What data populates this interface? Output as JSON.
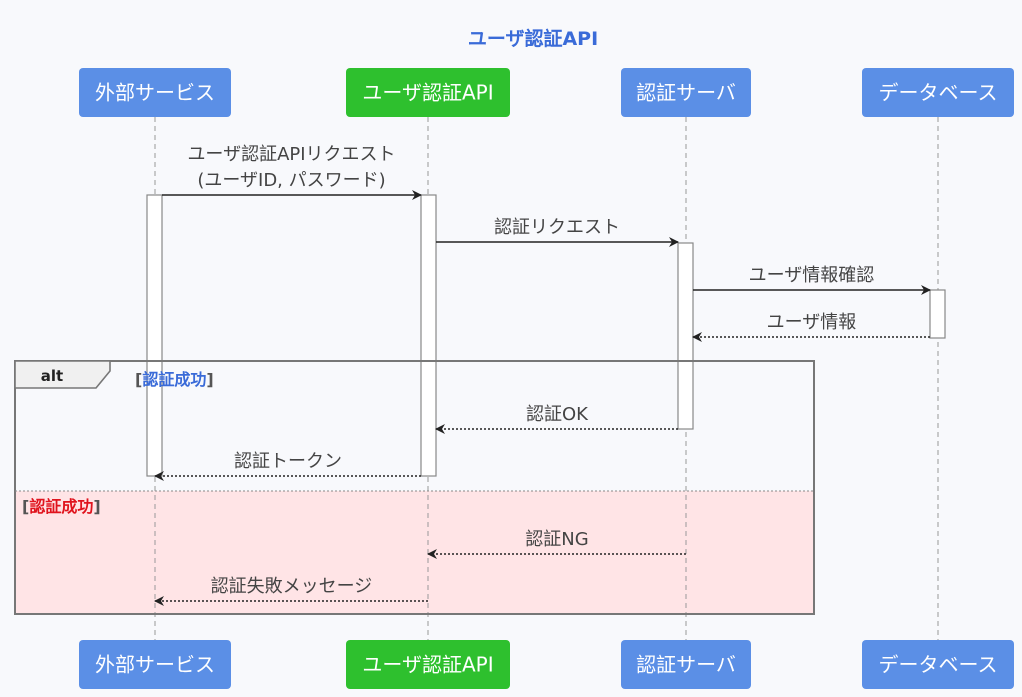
{
  "title": "ユーザ認証API",
  "participants": [
    {
      "id": "p1",
      "label": "外部サービス",
      "color": "#5b8fe6"
    },
    {
      "id": "p2",
      "label": "ユーザ認証API",
      "color": "#2ec02e"
    },
    {
      "id": "p3",
      "label": "認証サーバ",
      "color": "#5b8fe6"
    },
    {
      "id": "p4",
      "label": "データベース",
      "color": "#5b8fe6"
    }
  ],
  "messages": [
    {
      "from": "p1",
      "to": "p2",
      "lines": [
        "ユーザ認証APIリクエスト",
        "(ユーザID, パスワード)"
      ],
      "style": "solid"
    },
    {
      "from": "p2",
      "to": "p3",
      "lines": [
        "認証リクエスト"
      ],
      "style": "solid"
    },
    {
      "from": "p3",
      "to": "p4",
      "lines": [
        "ユーザ情報確認"
      ],
      "style": "solid"
    },
    {
      "from": "p4",
      "to": "p3",
      "lines": [
        "ユーザ情報"
      ],
      "style": "dotted"
    },
    {
      "from": "p3",
      "to": "p2",
      "lines": [
        "認証OK"
      ],
      "style": "dotted"
    },
    {
      "from": "p2",
      "to": "p1",
      "lines": [
        "認証トークン"
      ],
      "style": "dotted"
    },
    {
      "from": "p3",
      "to": "p2",
      "lines": [
        "認証NG"
      ],
      "style": "dotted"
    },
    {
      "from": "p2",
      "to": "p1",
      "lines": [
        "認証失敗メッセージ"
      ],
      "style": "dotted"
    }
  ],
  "alt_block": {
    "tag": "alt",
    "sections": [
      {
        "bracket_open": "[",
        "condition": "認証成功",
        "bracket_close": "]",
        "condition_color": "#3a6bd8",
        "fill": "#f8f9fc"
      },
      {
        "bracket_open": "[",
        "condition": "認証成功",
        "bracket_close": "]",
        "condition_color": "#e0141e",
        "fill": "#ffe4e6"
      }
    ]
  },
  "colors": {
    "title": "#3a6bd8",
    "participant_text": "#ffffff",
    "message_text": "#444444",
    "line": "#222222",
    "lifeline": "#999999",
    "activation_border": "#888888",
    "activation_fill": "#ffffff",
    "frame_border": "#777777"
  }
}
